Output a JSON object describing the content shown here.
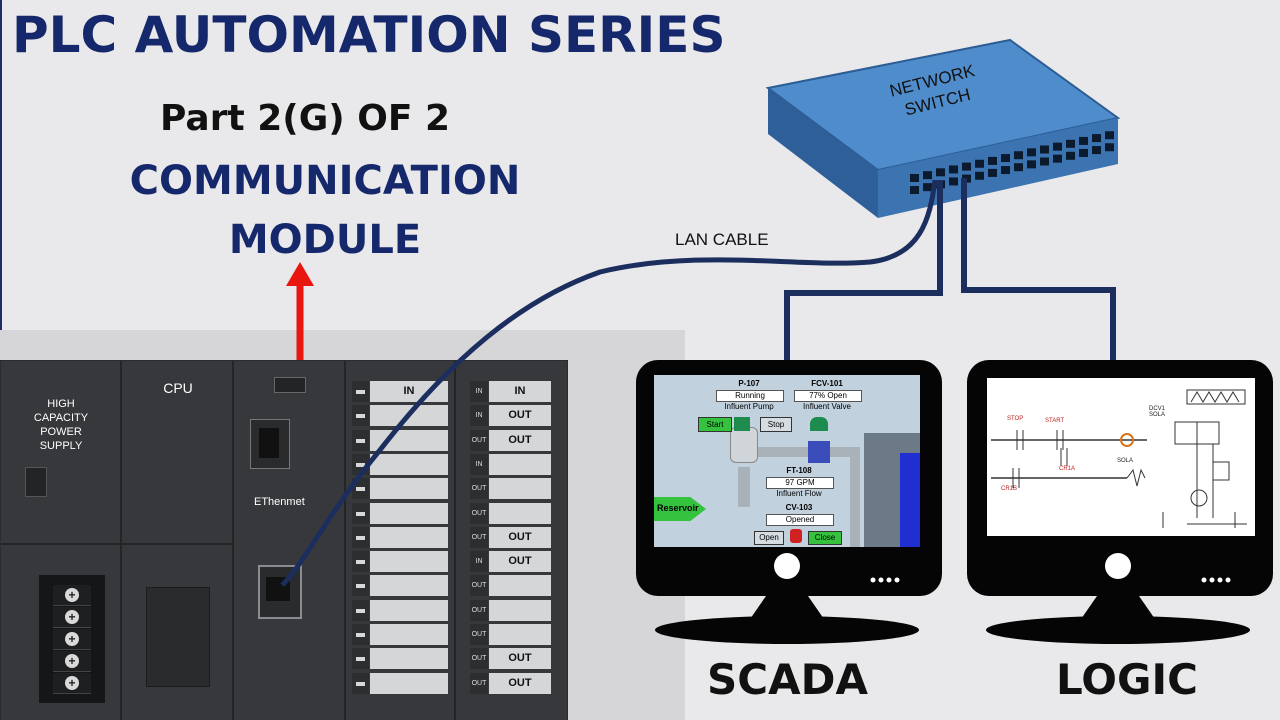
{
  "header": {
    "title": "PLC AUTOMATION SERIES",
    "part": "Part 2(G) OF 2",
    "topic_line1": "COMMUNICATION",
    "topic_line2": "MODULE"
  },
  "plc": {
    "power_supply_label": "HIGH\nCAPACITY\nPOWER\nSUPPLY",
    "cpu_label": "CPU",
    "comm_label": "EThenmet",
    "input_module_slots": [
      "IN",
      "",
      "",
      "",
      "",
      "",
      "",
      "",
      "",
      "",
      "",
      "",
      ""
    ],
    "output_module_slots": [
      {
        "tag": "IN",
        "label": "IN"
      },
      {
        "tag": "IN",
        "label": "OUT"
      },
      {
        "tag": "OUT",
        "label": "OUT"
      },
      {
        "tag": "IN",
        "label": ""
      },
      {
        "tag": "OUT",
        "label": ""
      },
      {
        "tag": "OUT",
        "label": ""
      },
      {
        "tag": "OUT",
        "label": "OUT"
      },
      {
        "tag": "IN",
        "label": "OUT"
      },
      {
        "tag": "OUT",
        "label": ""
      },
      {
        "tag": "OUT",
        "label": ""
      },
      {
        "tag": "OUT",
        "label": ""
      },
      {
        "tag": "OUT",
        "label": "OUT"
      },
      {
        "tag": "OUT",
        "label": "OUT"
      }
    ]
  },
  "network": {
    "switch_label_line1": "NETWORK",
    "switch_label_line2": "SWITCH",
    "cable_label": "LAN CABLE"
  },
  "scada_screen": {
    "p107_title": "P-107",
    "p107_status": "Running",
    "p107_desc": "Influent Pump",
    "fcv101_title": "FCV-101",
    "fcv101_status": "77% Open",
    "fcv101_desc": "Influent Valve",
    "start_btn": "Start",
    "stop_btn": "Stop",
    "ft108_title": "FT-108",
    "ft108_value": "97 GPM",
    "ft108_desc": "Influent Flow",
    "cv103_title": "CV-103",
    "cv103_status": "Opened",
    "open_btn": "Open",
    "close_btn": "Close",
    "reservoir_label": "Reservoir"
  },
  "logic_screen": {
    "labels": [
      "STOP",
      "START",
      "CR1A",
      "CR1B",
      "DCV1 SOLA",
      "SOLA"
    ]
  },
  "monitors": {
    "scada_label": "SCADA",
    "logic_label": "LOGIC"
  },
  "colors": {
    "navy": "#15286b",
    "cable": "#1b2e5e",
    "arrow": "#e8160f",
    "switch_blue": "#4a86c7"
  }
}
